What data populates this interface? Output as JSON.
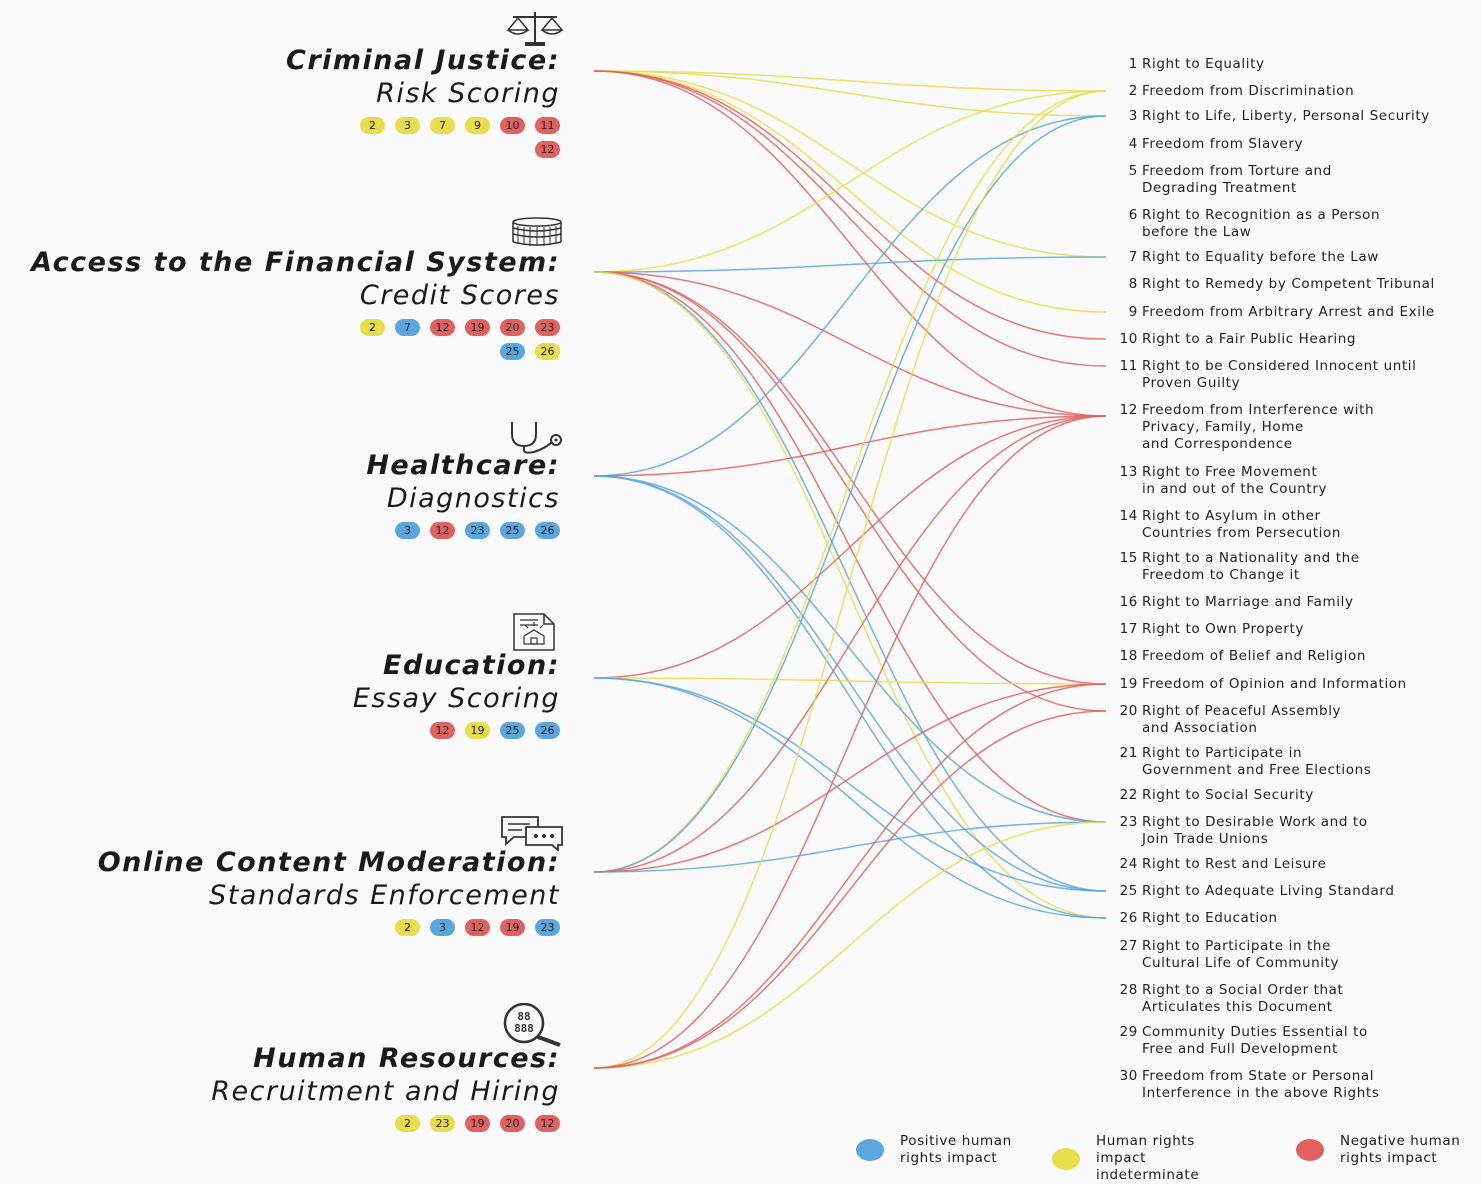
{
  "colors": {
    "positive": "#5aa7e0",
    "indeterminate": "#e8dd4a",
    "negative": "#e0615f"
  },
  "categories": [
    {
      "title": "Criminal Justice:",
      "subtitle": "Risk Scoring",
      "icon": "scales-of-justice-icon",
      "badges": [
        {
          "n": "2",
          "t": "ind"
        },
        {
          "n": "3",
          "t": "ind"
        },
        {
          "n": "7",
          "t": "ind"
        },
        {
          "n": "9",
          "t": "ind"
        },
        {
          "n": "10",
          "t": "neg"
        },
        {
          "n": "11",
          "t": "neg"
        },
        {
          "n": "12",
          "t": "neg"
        }
      ]
    },
    {
      "title": "Access to the Financial System:",
      "subtitle": "Credit Scores",
      "icon": "coin-stack-icon",
      "badges": [
        {
          "n": "2",
          "t": "ind"
        },
        {
          "n": "7",
          "t": "pos"
        },
        {
          "n": "12",
          "t": "neg"
        },
        {
          "n": "19",
          "t": "neg"
        },
        {
          "n": "20",
          "t": "neg"
        },
        {
          "n": "23",
          "t": "neg"
        },
        {
          "n": "25",
          "t": "pos"
        },
        {
          "n": "26",
          "t": "ind"
        }
      ]
    },
    {
      "title": "Healthcare:",
      "subtitle": "Diagnostics",
      "icon": "stethoscope-icon",
      "badges": [
        {
          "n": "3",
          "t": "pos"
        },
        {
          "n": "12",
          "t": "neg"
        },
        {
          "n": "23",
          "t": "pos"
        },
        {
          "n": "25",
          "t": "pos"
        },
        {
          "n": "26",
          "t": "pos"
        }
      ]
    },
    {
      "title": "Education:",
      "subtitle": "Essay Scoring",
      "icon": "school-document-icon",
      "badges": [
        {
          "n": "12",
          "t": "neg"
        },
        {
          "n": "19",
          "t": "ind"
        },
        {
          "n": "25",
          "t": "pos"
        },
        {
          "n": "26",
          "t": "pos"
        }
      ]
    },
    {
      "title": "Online Content Moderation:",
      "subtitle": "Standards Enforcement",
      "icon": "chat-bubbles-icon",
      "badges": [
        {
          "n": "2",
          "t": "ind"
        },
        {
          "n": "3",
          "t": "pos"
        },
        {
          "n": "12",
          "t": "neg"
        },
        {
          "n": "19",
          "t": "neg"
        },
        {
          "n": "23",
          "t": "pos"
        }
      ]
    },
    {
      "title": "Human Resources:",
      "subtitle": "Recruitment and Hiring",
      "icon": "magnifier-data-icon",
      "badges": [
        {
          "n": "2",
          "t": "ind"
        },
        {
          "n": "23",
          "t": "ind"
        },
        {
          "n": "19",
          "t": "neg"
        },
        {
          "n": "20",
          "t": "neg"
        },
        {
          "n": "12",
          "t": "neg"
        }
      ]
    }
  ],
  "rights": [
    {
      "n": "1",
      "lines": [
        "Right to Equality"
      ]
    },
    {
      "n": "2",
      "lines": [
        "Freedom from Discrimination"
      ]
    },
    {
      "n": "3",
      "lines": [
        "Right to Life, Liberty, Personal Security"
      ]
    },
    {
      "n": "4",
      "lines": [
        "Freedom from Slavery"
      ]
    },
    {
      "n": "5",
      "lines": [
        "Freedom from Torture and",
        "Degrading Treatment"
      ]
    },
    {
      "n": "6",
      "lines": [
        "Right to Recognition as a Person",
        "before the Law"
      ]
    },
    {
      "n": "7",
      "lines": [
        "Right to Equality before the Law"
      ]
    },
    {
      "n": "8",
      "lines": [
        "Right to Remedy by Competent Tribunal"
      ]
    },
    {
      "n": "9",
      "lines": [
        "Freedom from Arbitrary Arrest and Exile"
      ]
    },
    {
      "n": "10",
      "lines": [
        "Right to a Fair Public Hearing"
      ]
    },
    {
      "n": "11",
      "lines": [
        "Right to be Considered Innocent until",
        "Proven Guilty"
      ]
    },
    {
      "n": "12",
      "lines": [
        "Freedom from Interference with",
        "Privacy, Family, Home",
        "and Correspondence"
      ]
    },
    {
      "n": "13",
      "lines": [
        "Right to Free Movement",
        "in and out of the Country"
      ]
    },
    {
      "n": "14",
      "lines": [
        "Right to Asylum in other",
        "Countries from Persecution"
      ]
    },
    {
      "n": "15",
      "lines": [
        "Right to a Nationality and the",
        "Freedom to Change it"
      ]
    },
    {
      "n": "16",
      "lines": [
        "Right to Marriage and Family"
      ]
    },
    {
      "n": "17",
      "lines": [
        "Right to Own Property"
      ]
    },
    {
      "n": "18",
      "lines": [
        "Freedom of Belief and Religion"
      ]
    },
    {
      "n": "19",
      "lines": [
        "Freedom of Opinion and Information"
      ]
    },
    {
      "n": "20",
      "lines": [
        "Right of Peaceful Assembly",
        "and Association"
      ]
    },
    {
      "n": "21",
      "lines": [
        "Right to Participate in",
        "Government and Free Elections"
      ]
    },
    {
      "n": "22",
      "lines": [
        "Right to Social Security"
      ]
    },
    {
      "n": "23",
      "lines": [
        "Right to Desirable Work and to",
        "Join Trade Unions"
      ]
    },
    {
      "n": "24",
      "lines": [
        "Right to Rest and Leisure"
      ]
    },
    {
      "n": "25",
      "lines": [
        "Right to Adequate Living Standard"
      ]
    },
    {
      "n": "26",
      "lines": [
        "Right to Education"
      ]
    },
    {
      "n": "27",
      "lines": [
        "Right to Participate in the",
        "Cultural Life of Community"
      ]
    },
    {
      "n": "28",
      "lines": [
        "Right to a Social Order that",
        "Articulates this Document"
      ]
    },
    {
      "n": "29",
      "lines": [
        "Community Duties Essential to",
        "Free and Full Development"
      ]
    },
    {
      "n": "30",
      "lines": [
        "Freedom from State or Personal",
        "Interference in the above Rights"
      ]
    }
  ],
  "legend": [
    {
      "label": "Positive human rights impact",
      "type": "pos"
    },
    {
      "label": "Human rights impact indeterminate",
      "type": "ind"
    },
    {
      "label": "Negative human rights impact",
      "type": "neg"
    }
  ]
}
